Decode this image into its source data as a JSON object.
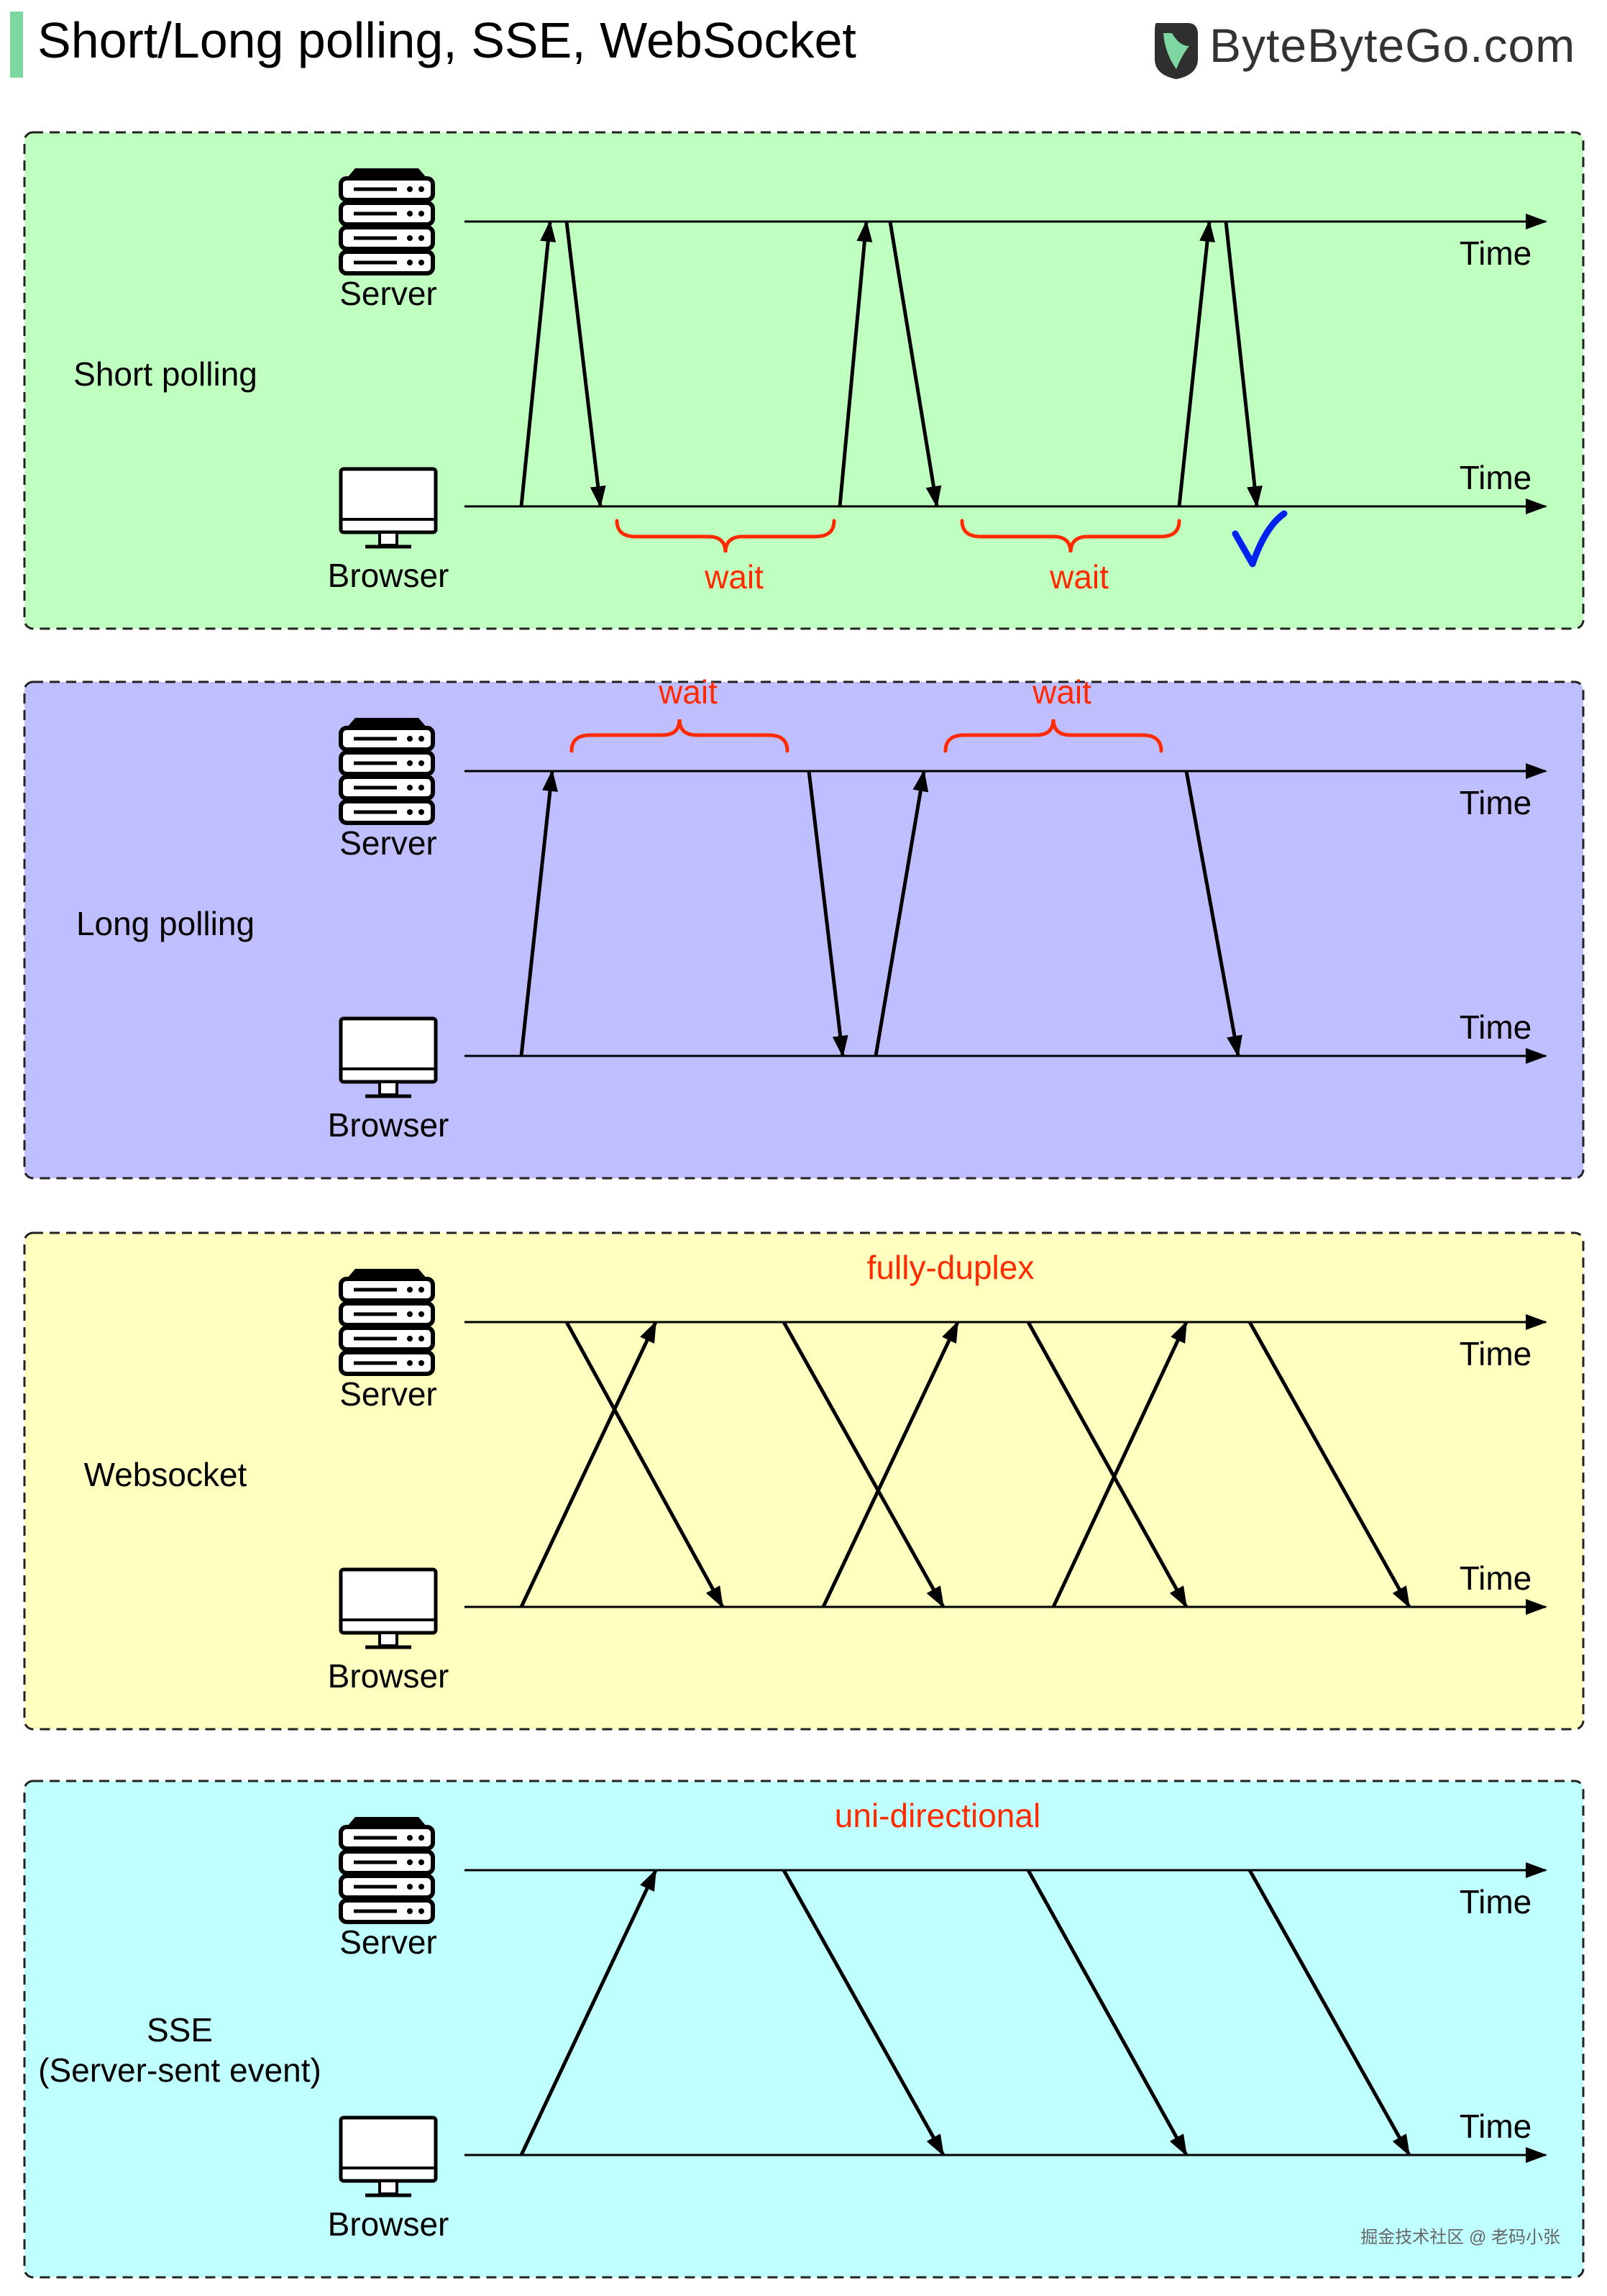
{
  "header": {
    "title": "Short/Long polling, SSE, WebSocket",
    "brand": "ByteByteGo.com",
    "accent_color": "#7ed6a1"
  },
  "labels": {
    "server": "Server",
    "browser": "Browser",
    "time": "Time",
    "wait": "wait"
  },
  "icons": {
    "server": "server-rack-icon",
    "browser": "desktop-monitor-icon",
    "logo": "bytebytego-logo-icon",
    "check": "checkmark-icon"
  },
  "colors": {
    "short_polling_bg": "#bfffbf",
    "long_polling_bg": "#bfbfff",
    "websocket_bg": "#ffffbf",
    "sse_bg": "#bfffff",
    "annotation": "#ff2a00",
    "check": "#0022ee",
    "arrow": "#000000"
  },
  "panels": [
    {
      "id": "short-polling",
      "name": "Short polling",
      "note": "",
      "wait_count": 2,
      "has_check": true
    },
    {
      "id": "long-polling",
      "name": "Long polling",
      "note": "",
      "wait_count": 2,
      "has_check": false
    },
    {
      "id": "websocket",
      "name": "Websocket",
      "note": "fully-duplex",
      "wait_count": 0,
      "has_check": false
    },
    {
      "id": "sse",
      "name": "SSE",
      "name_line2": "(Server-sent event)",
      "note": "uni-directional",
      "wait_count": 0,
      "has_check": false
    }
  ],
  "watermark": "掘金技术社区 @ 老码小张"
}
